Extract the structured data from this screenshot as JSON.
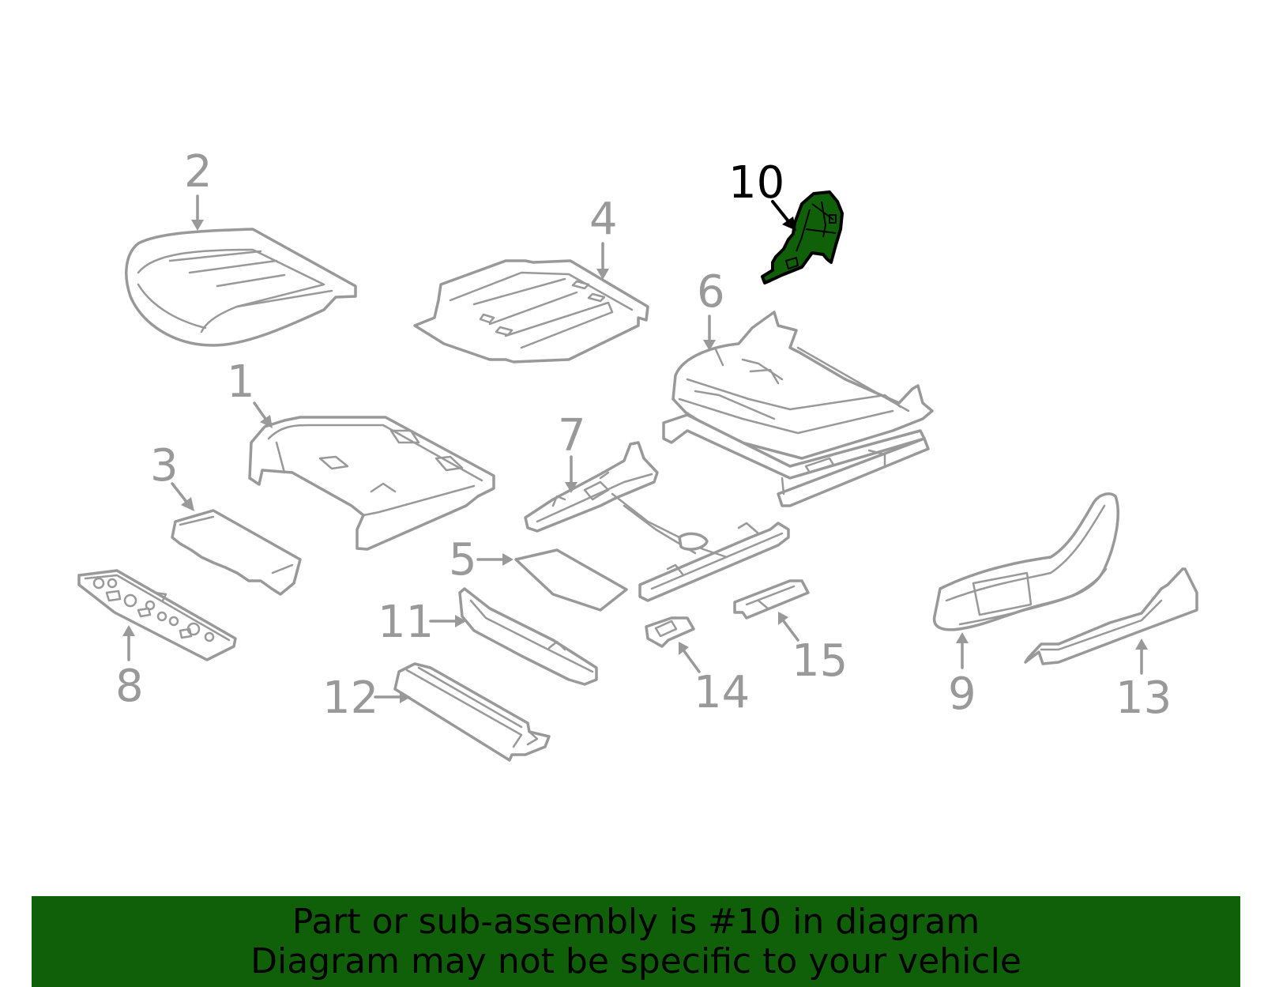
{
  "diagram": {
    "highlighted_part": "10",
    "highlight_color": "#10600a",
    "line_color": "#999999",
    "callouts": {
      "p1": "1",
      "p2": "2",
      "p3": "3",
      "p4": "4",
      "p5": "5",
      "p6": "6",
      "p7": "7",
      "p8": "8",
      "p9": "9",
      "p10": "10",
      "p11": "11",
      "p12": "12",
      "p13": "13",
      "p14": "14",
      "p15": "15"
    }
  },
  "banner": {
    "background": "#10600a",
    "line1": "Part or sub-assembly is #10 in diagram",
    "line2": "Diagram may not be specific to your vehicle"
  }
}
